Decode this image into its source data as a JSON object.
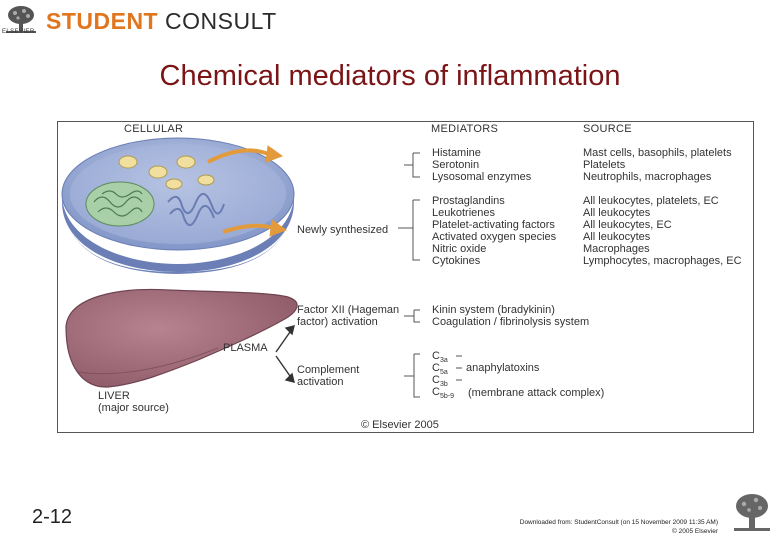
{
  "header": {
    "logo_part1": "STUDENT",
    "logo_part2": "CONSULT",
    "publisher": "ELSEVIER"
  },
  "title": "Chemical mediators of inflammation",
  "figure": {
    "cellular": "CELLULAR",
    "mediators_hdr": "MEDIATORS",
    "source_hdr": "SOURCE",
    "newly": "Newly synthesized",
    "plasma": "PLASMA",
    "liver": "LIVER",
    "liver_sub": "(major source)",
    "factor_xii_1": "Factor XII (Hageman",
    "factor_xii_2": "factor) activation",
    "complement_1": "Complement",
    "complement_2": "activation",
    "preformed": [
      {
        "mediator": "Histamine",
        "source": "Mast cells, basophils, platelets"
      },
      {
        "mediator": "Serotonin",
        "source": "Platelets"
      },
      {
        "mediator": "Lysosomal enzymes",
        "source": "Neutrophils, macrophages"
      }
    ],
    "synthesized": [
      {
        "mediator": "Prostaglandins",
        "source": "All leukocytes, platelets, EC"
      },
      {
        "mediator": "Leukotrienes",
        "source": "All leukocytes"
      },
      {
        "mediator": "Platelet-activating factors",
        "source": "All leukocytes, EC"
      },
      {
        "mediator": "Activated oxygen species",
        "source": "All leukocytes"
      },
      {
        "mediator": "Nitric oxide",
        "source": "Macrophages"
      },
      {
        "mediator": "Cytokines",
        "source": "Lymphocytes, macrophages, EC"
      }
    ],
    "kinin": "Kinin system (bradykinin)",
    "coag": "Coagulation / fibrinolysis system",
    "c3a": "C",
    "c3a_sub": "3a",
    "c5a": "C",
    "c5a_sub": "5a",
    "c3b": "C",
    "c3b_sub": "3b",
    "c5b9": "C",
    "c5b9_sub": "5b-9",
    "anaphylatoxins": "anaphylatoxins",
    "mac": "(membrane attack complex)",
    "copyright": "© Elsevier 2005"
  },
  "slide_number": "2-12",
  "footer": {
    "line1": "Downloaded from: StudentConsult (on 15 November 2009 11:35 AM)",
    "line2": "© 2005 Elsevier"
  },
  "colors": {
    "title": "#7a1416",
    "logo_orange": "#e0761e",
    "cell_blue": "#8fa3cf",
    "nucleus_green": "#a9cfa9",
    "granule_yellow": "#f1dfa0",
    "arrow_orange": "#e39a3a",
    "liver": "#a6707e"
  }
}
